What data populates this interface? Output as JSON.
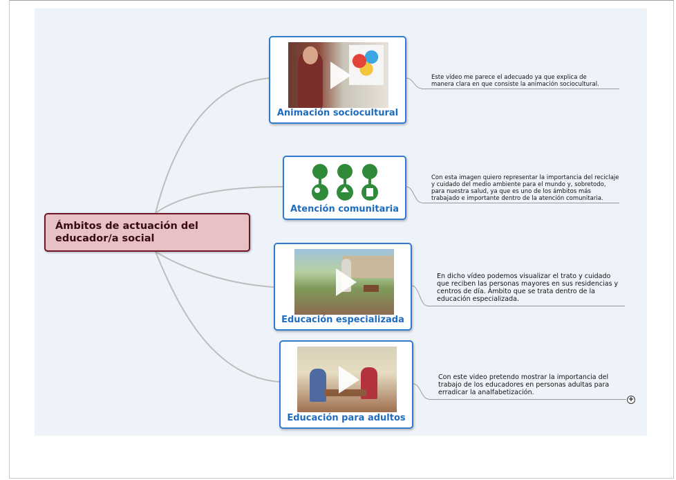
{
  "central_topic": "Ámbitos de actuación del educador/a social",
  "topics": [
    {
      "label": "Animación sociocultural",
      "media": "video",
      "note": "Este vídeo me parece el adecuado ya que explica de manera clara en que consiste la animación sociocultural."
    },
    {
      "label": "Atención comunitaria",
      "media": "image",
      "note": "Con esta imagen quiero representar la importancia del reciclaje y cuidado del medio ambiente para el mundo y, sobretodo, para nuestra salud, ya que es uno de los ámbitos más trabajado e importante dentro de la atención comunitaria."
    },
    {
      "label": "Educación especializada",
      "media": "video",
      "note": "En dicho vídeo podemos visualizar el trato y cuidado que reciben las personas mayores en sus residencias y centros de día. Ámbito que se trata dentro de la educación especializada."
    },
    {
      "label": "Educación para adultos",
      "media": "video",
      "note": "Con este video pretendo mostrar la importancia del trabajo de los educadores en personas adultas para erradicar la analfabetización."
    }
  ],
  "colors": {
    "canvas": "#eef3fa",
    "central_fill": "#e7c1c6",
    "central_border": "#6d1624",
    "topic_border": "#2f7bcd",
    "topic_text": "#1e6cc0",
    "connector": "#b9b9b9"
  },
  "icons": [
    "play-icon",
    "expand-icon"
  ]
}
